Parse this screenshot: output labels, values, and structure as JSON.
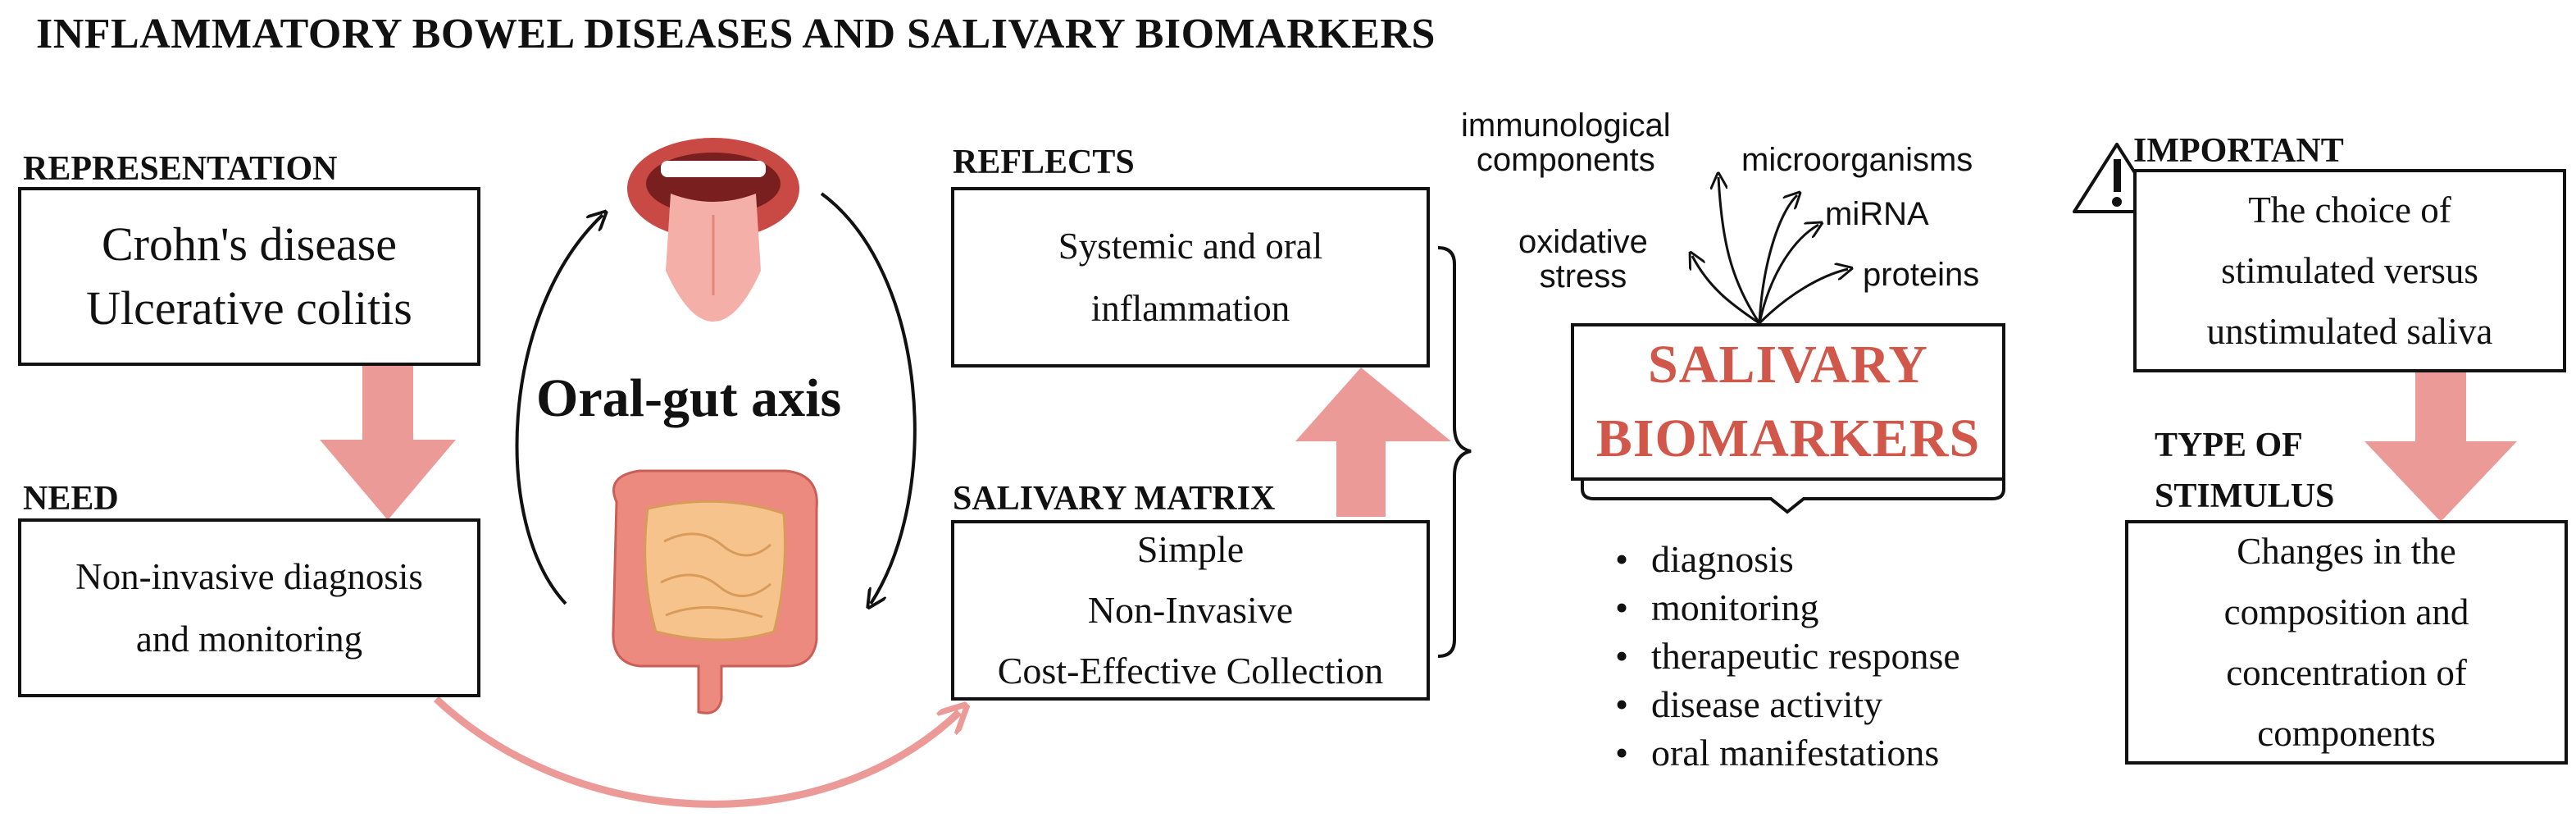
{
  "title": "INFLAMMATORY BOWEL DISEASES AND SALIVARY BIOMARKERS",
  "representation": {
    "label": "REPRESENTATION",
    "lines": [
      "Crohn's disease",
      "Ulcerative colitis"
    ]
  },
  "need": {
    "label": "NEED",
    "lines": [
      "Non-invasive diagnosis",
      "and monitoring"
    ]
  },
  "axis_label": "Oral-gut axis",
  "reflects": {
    "label": "REFLECTS",
    "lines": [
      "Systemic and oral",
      "inflammation"
    ]
  },
  "matrix": {
    "label": "SALIVARY MATRIX",
    "lines": [
      "Simple",
      "Non-Invasive",
      "Cost-Effective Collection"
    ]
  },
  "biomarker_types": {
    "immunological": [
      "immunological",
      "components"
    ],
    "microorganisms": "microorganisms",
    "mirna": "miRNA",
    "oxidative": [
      "oxidative",
      "stress"
    ],
    "proteins": "proteins"
  },
  "salivary_biomarkers": [
    "SALIVARY",
    "BIOMARKERS"
  ],
  "uses": [
    "diagnosis",
    "monitoring",
    "therapeutic response",
    "disease activity",
    "oral manifestations"
  ],
  "important": {
    "label": "IMPORTANT",
    "lines": [
      "The choice of",
      "stimulated versus",
      "unstimulated saliva"
    ]
  },
  "stimulus": {
    "label": [
      "TYPE OF",
      "STIMULUS"
    ],
    "lines": [
      "Changes in the",
      "composition and",
      "concentration of",
      "components"
    ]
  },
  "colors": {
    "accent": "#d0574a",
    "arrow_fill": "#ec9a98"
  }
}
